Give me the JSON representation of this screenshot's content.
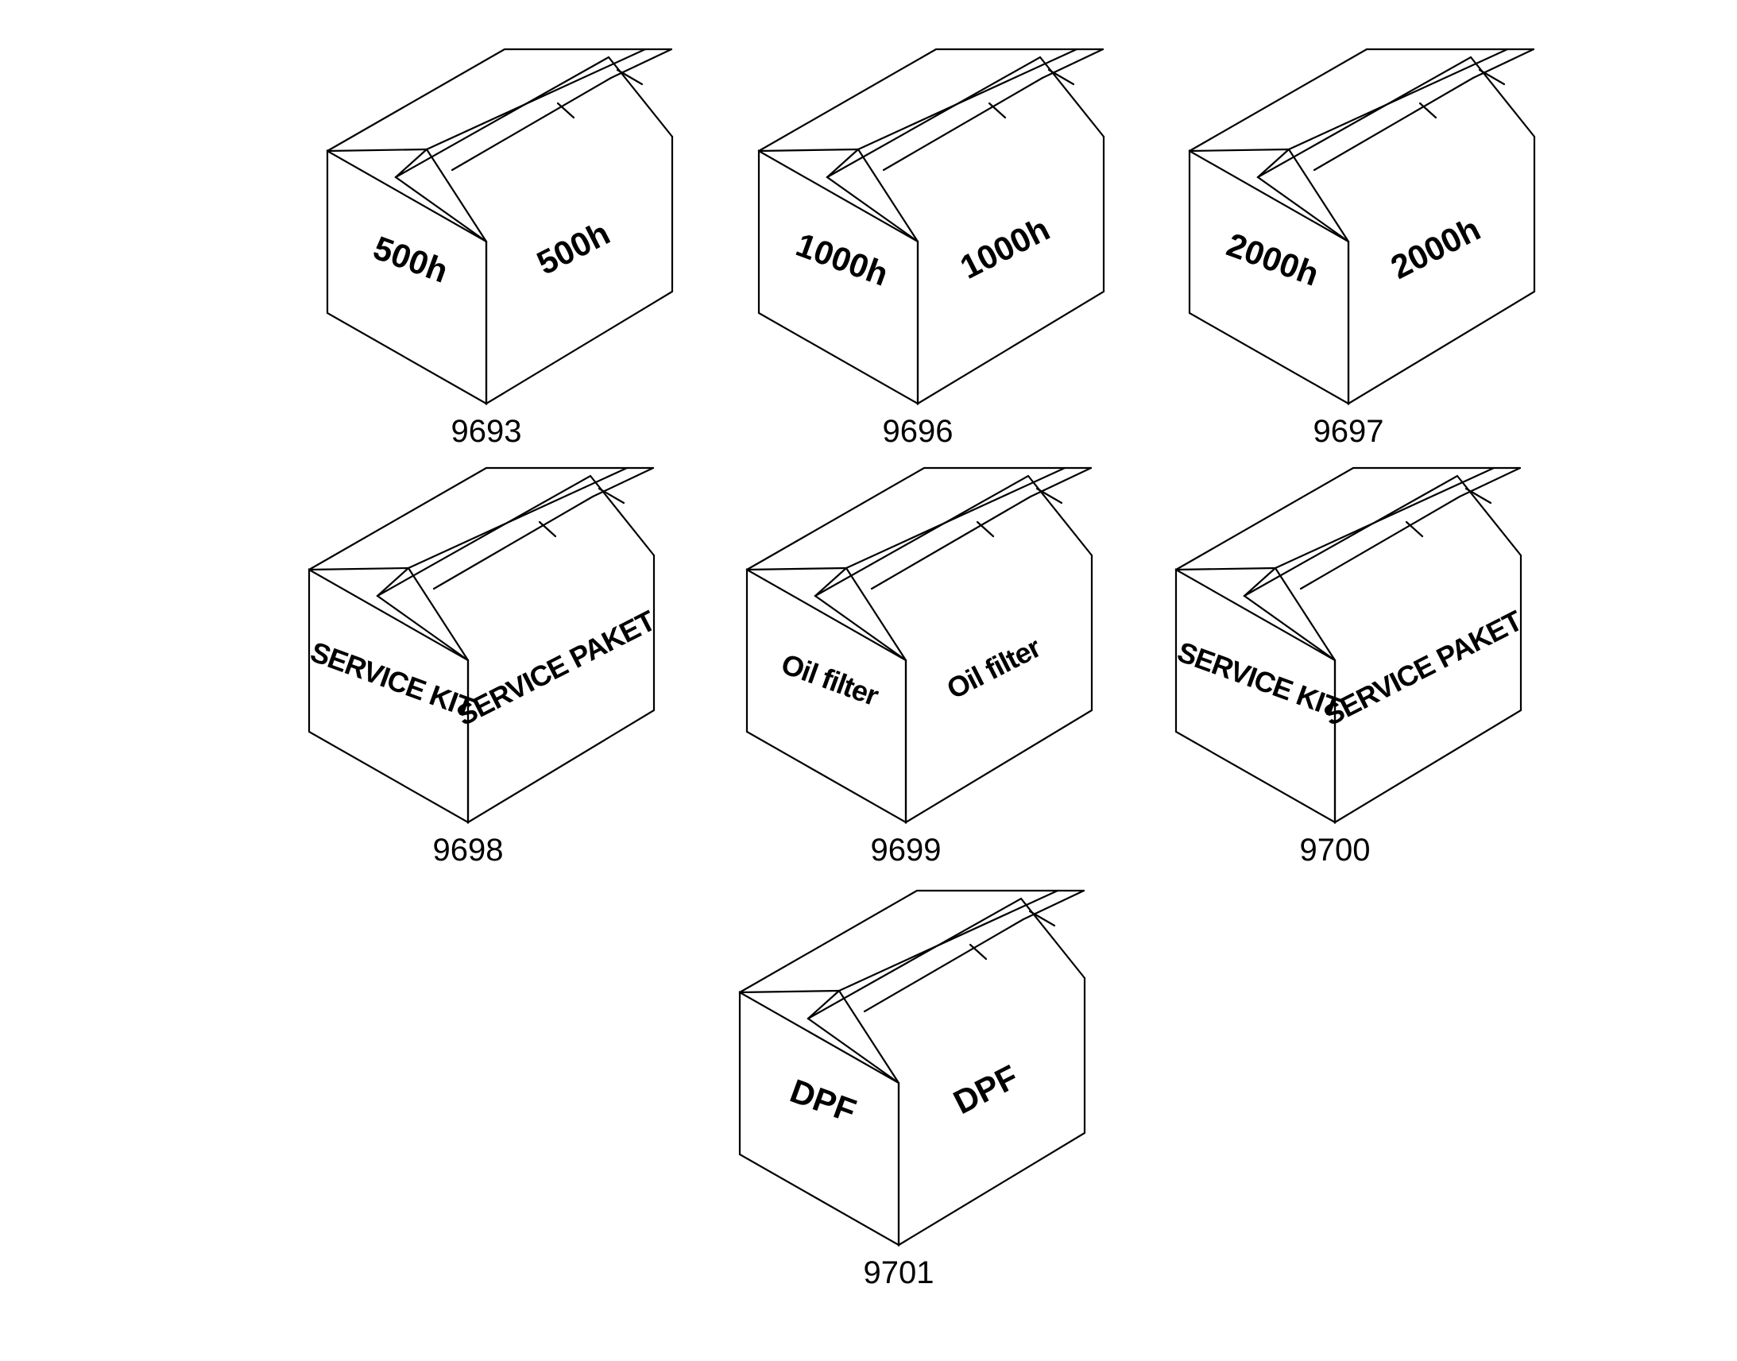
{
  "boxes": [
    {
      "left_label": "500h",
      "right_label": "500h",
      "number": "9693"
    },
    {
      "left_label": "1000h",
      "right_label": "1000h",
      "number": "9696"
    },
    {
      "left_label": "2000h",
      "right_label": "2000h",
      "number": "9697"
    },
    {
      "left_label": "SERVICE KIT",
      "right_label": "SERVICE PAKET",
      "number": "9698"
    },
    {
      "left_label": "Oil filter",
      "right_label": "Oil filter",
      "number": "9699"
    },
    {
      "left_label": "SERVICE KIT",
      "right_label": "SERVICE PAKET",
      "number": "9700"
    },
    {
      "left_label": "DPF",
      "right_label": "DPF",
      "number": "9701"
    }
  ]
}
